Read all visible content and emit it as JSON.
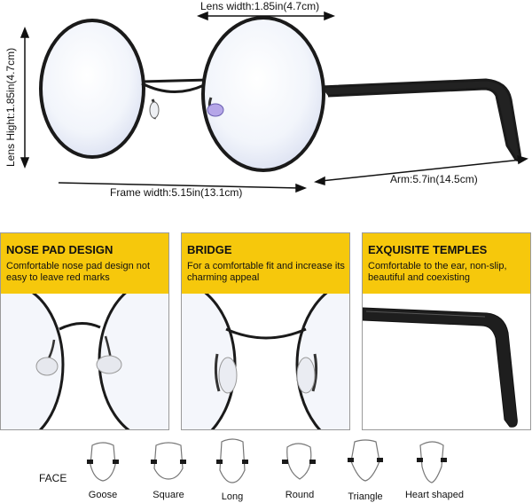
{
  "dimensions": {
    "lens_width": "Lens width:1.85in(4.7cm)",
    "lens_height": "Lens Hight:1.85in(4.7cm)",
    "frame_width": "Frame width:5.15in(13.1cm)",
    "arm": "Arm:5.7in(14.5cm)"
  },
  "panels": [
    {
      "title": "NOSE PAD DESIGN",
      "description": "Comfortable nose pad design not easy to leave red marks"
    },
    {
      "title": "BRIDGE",
      "description": "For a comfortable fit and increase its charming appeal"
    },
    {
      "title": "EXQUISITE TEMPLES",
      "description": "Comfortable to the ear, non-slip, beautiful and coexisting"
    }
  ],
  "faces": {
    "label": "FACE",
    "shapes": [
      "Goose",
      "Square",
      "Long",
      "Round",
      "Triangle",
      "Heart shaped"
    ]
  },
  "colors": {
    "accent_yellow": "#f6c80c",
    "frame_black": "#1a1a1a"
  }
}
